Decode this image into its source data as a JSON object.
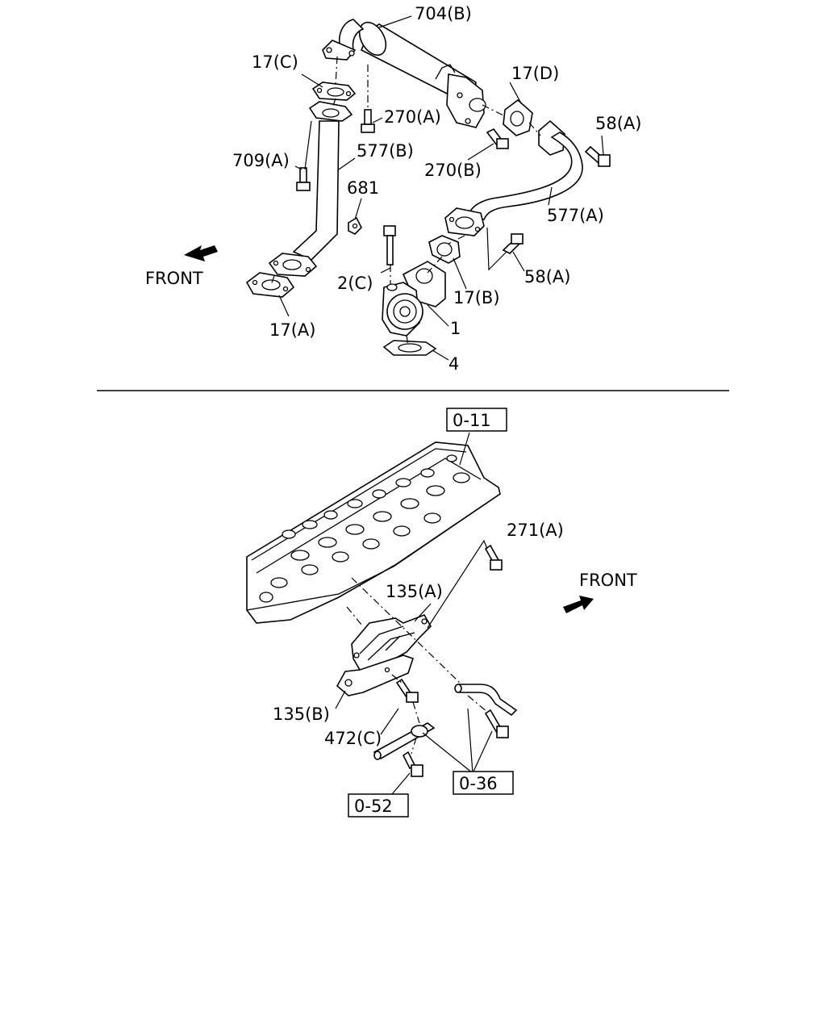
{
  "top_section": {
    "front_label": "FRONT",
    "callouts": {
      "egr_cooler": "704(B)",
      "gasket_c": "17(C)",
      "gasket_d": "17(D)",
      "bolt_270a": "270(A)",
      "bolt_58a_upper": "58(A)",
      "pipe_577b": "577(B)",
      "bolt_270b": "270(B)",
      "bolt_709a": "709(A)",
      "nut_681": "681",
      "pipe_577a": "577(A)",
      "bolt_58a_lower": "58(A)",
      "bolt_2c": "2(C)",
      "gasket_b": "17(B)",
      "gasket_a": "17(A)",
      "egr_valve": "1",
      "gasket_4": "4"
    }
  },
  "bottom_section": {
    "front_label": "FRONT",
    "refs": {
      "ref_0_11": "0-11",
      "ref_0_36": "0-36",
      "ref_0_52": "0-52"
    },
    "callouts": {
      "bolt_271a": "271(A)",
      "bracket_135a": "135(A)",
      "bracket_135b": "135(B)",
      "bolt_472c": "472(C)"
    }
  }
}
